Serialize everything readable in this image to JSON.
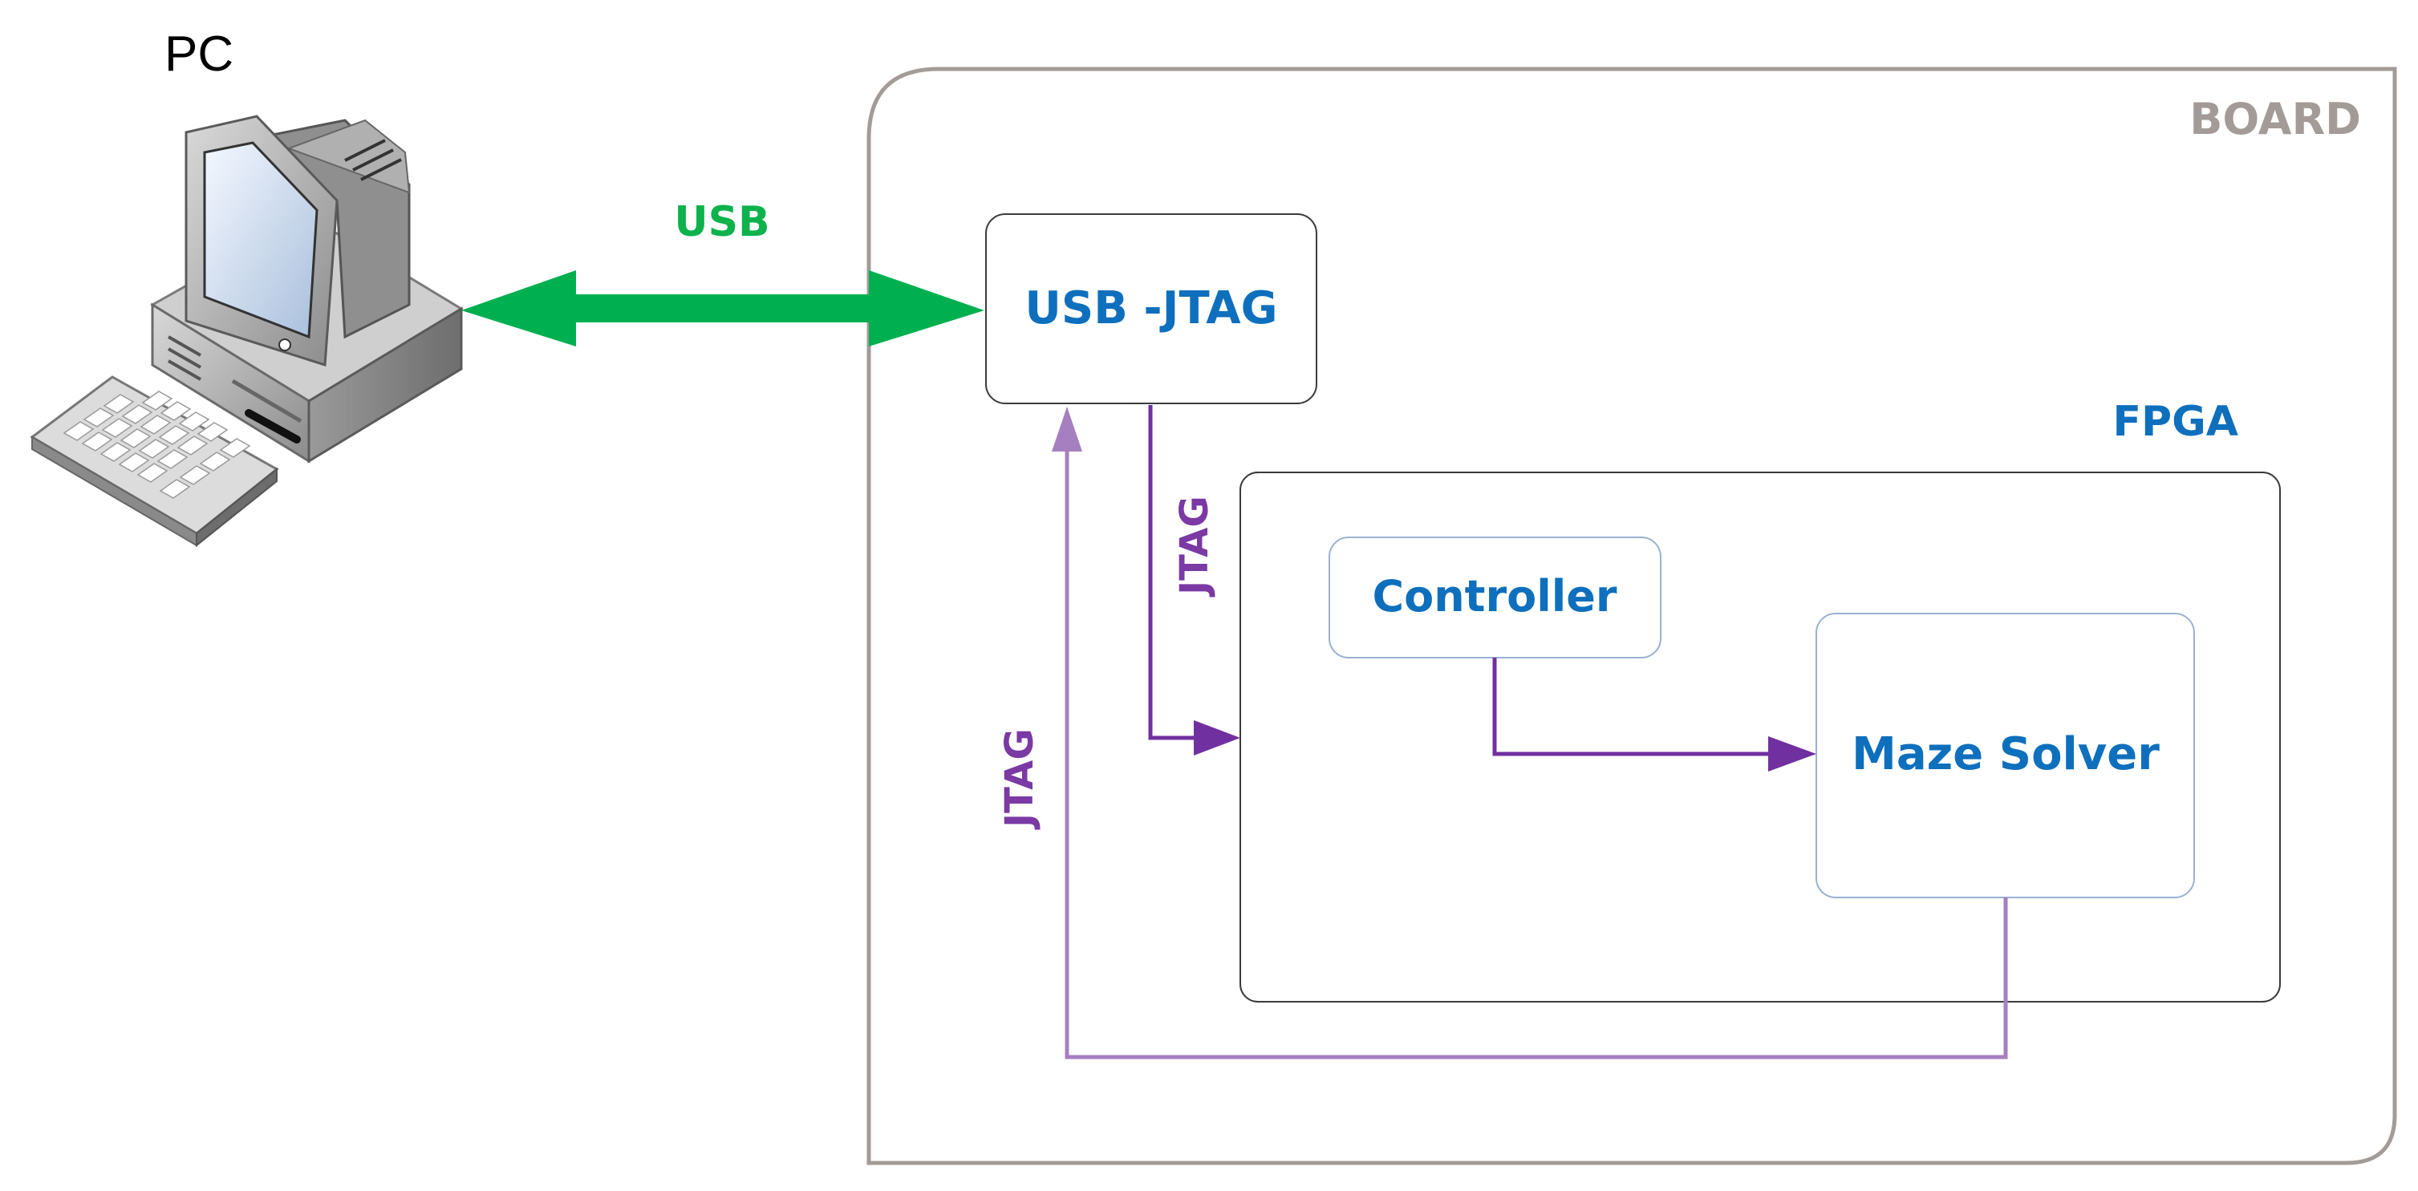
{
  "pc": {
    "label": "PC",
    "icon": "desktop-computer-icon"
  },
  "connections": {
    "usb_label": "USB",
    "jtag_down_label": "JTAG",
    "jtag_up_label": "JTAG"
  },
  "board": {
    "label": "BOARD"
  },
  "usb_jtag": {
    "label": "USB -JTAG"
  },
  "fpga": {
    "label": "FPGA"
  },
  "controller": {
    "label": "Controller"
  },
  "maze_solver": {
    "label": "Maze Solver"
  },
  "colors": {
    "usb": "#00b050",
    "jtag": "#7030a0",
    "jtag_light": "#a57fc0",
    "label_blue": "#0e6fbd",
    "board_border": "#a39b97"
  }
}
